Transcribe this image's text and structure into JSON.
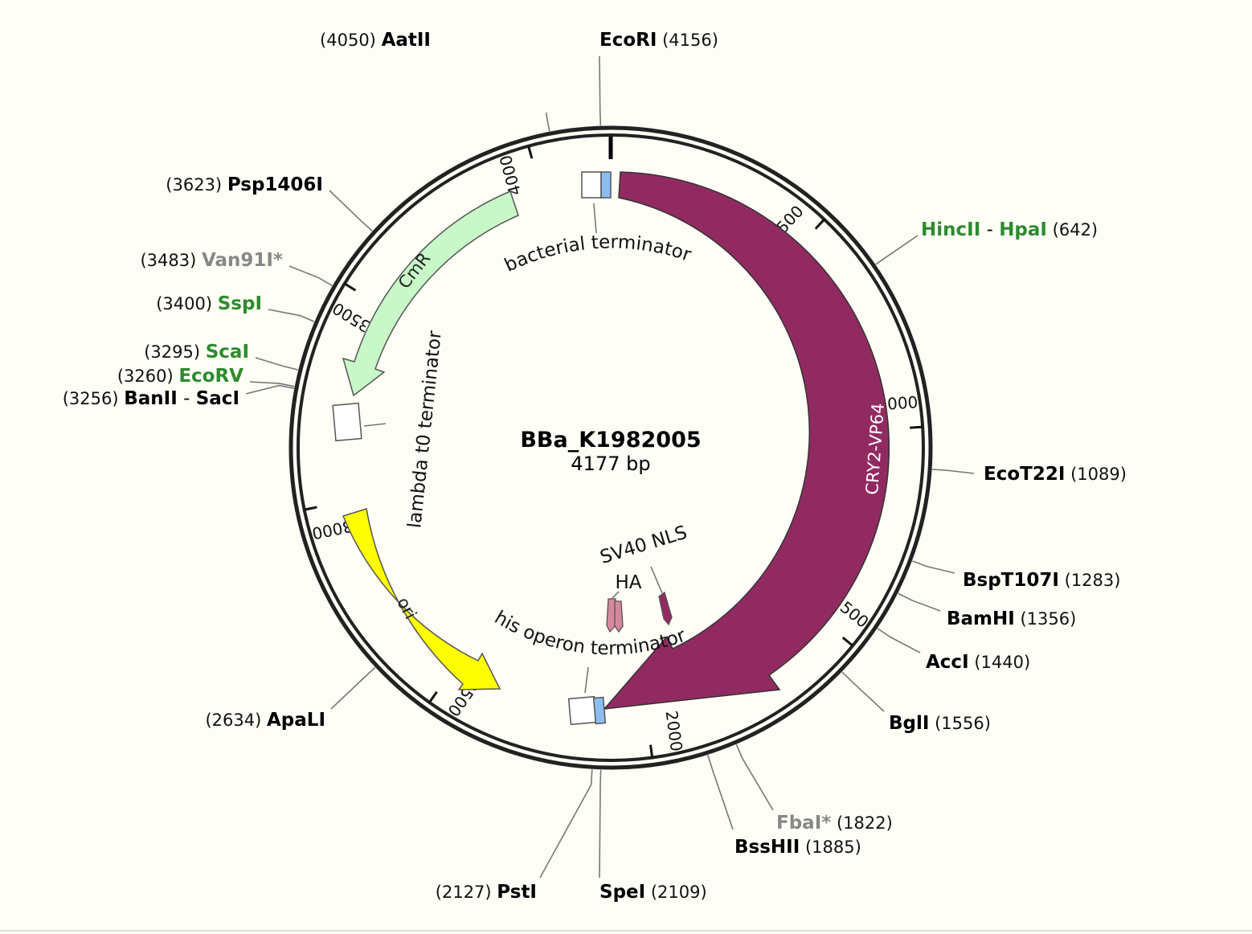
{
  "plasmid": {
    "name": "BBa_K1982005",
    "length_label": "4177 bp",
    "length_bp": 4177
  },
  "colors": {
    "black_site": "#000000",
    "green_site": "#2e8b2e",
    "gray_site": "#888888",
    "cry2_vp64": "#922a62",
    "cmr": "#c8f7c8",
    "ori": "#ffff00",
    "terminator_blue": "#8cbdf0",
    "ha": "#d4899f"
  },
  "scale_ticks": [
    {
      "label": "500",
      "bp": 500
    },
    {
      "label": "1000",
      "bp": 1000
    },
    {
      "label": "1500",
      "bp": 1500
    },
    {
      "label": "2000",
      "bp": 2000
    },
    {
      "label": "2500",
      "bp": 2500
    },
    {
      "label": "3000",
      "bp": 3000
    },
    {
      "label": "3500",
      "bp": 3500
    },
    {
      "label": "4000",
      "bp": 4000
    }
  ],
  "sites": [
    {
      "name": "AatII",
      "pos": "(4050)",
      "bp": 4050,
      "color": "black"
    },
    {
      "name": "EcoRI",
      "pos": "(4156)",
      "bp": 4156,
      "color": "black"
    },
    {
      "name": "Psp1406I",
      "pos": "(3623)",
      "bp": 3623,
      "color": "black"
    },
    {
      "name": "HincII",
      "name2": "HpaI",
      "pos": "(642)",
      "bp": 642,
      "color": "green"
    },
    {
      "name": "Van91I*",
      "pos": "(3483)",
      "bp": 3483,
      "color": "gray"
    },
    {
      "name": "SspI",
      "pos": "(3400)",
      "bp": 3400,
      "color": "green"
    },
    {
      "name": "ScaI",
      "pos": "(3295)",
      "bp": 3295,
      "color": "green"
    },
    {
      "name": "EcoRV",
      "pos": "(3260)",
      "bp": 3260,
      "color": "green"
    },
    {
      "name": "BanII",
      "name2": "SacI",
      "pos": "(3256)",
      "bp": 3256,
      "color": "black"
    },
    {
      "name": "EcoT22I",
      "pos": "(1089)",
      "bp": 1089,
      "color": "black"
    },
    {
      "name": "BspT107I",
      "pos": "(1283)",
      "bp": 1283,
      "color": "black"
    },
    {
      "name": "BamHI",
      "pos": "(1356)",
      "bp": 1356,
      "color": "black"
    },
    {
      "name": "AccI",
      "pos": "(1440)",
      "bp": 1440,
      "color": "black"
    },
    {
      "name": "BglI",
      "pos": "(1556)",
      "bp": 1556,
      "color": "black"
    },
    {
      "name": "ApaLI",
      "pos": "(2634)",
      "bp": 2634,
      "color": "black"
    },
    {
      "name": "FbaI*",
      "pos": "(1822)",
      "bp": 1822,
      "color": "gray"
    },
    {
      "name": "BssHII",
      "pos": "(1885)",
      "bp": 1885,
      "color": "black"
    },
    {
      "name": "PstI",
      "pos": "(2127)",
      "bp": 2127,
      "color": "black"
    },
    {
      "name": "SpeI",
      "pos": "(2109)",
      "bp": 2109,
      "color": "black"
    }
  ],
  "features": {
    "cry2_vp64": "CRY2-VP64",
    "cmr": "CmR",
    "ori": "ori",
    "bacterial_terminator": "bacterial terminator",
    "lambda_terminator": "lambda t0 terminator",
    "his_terminator": "his operon terminator",
    "sv40_nls": "SV40 NLS",
    "ha": "HA"
  }
}
